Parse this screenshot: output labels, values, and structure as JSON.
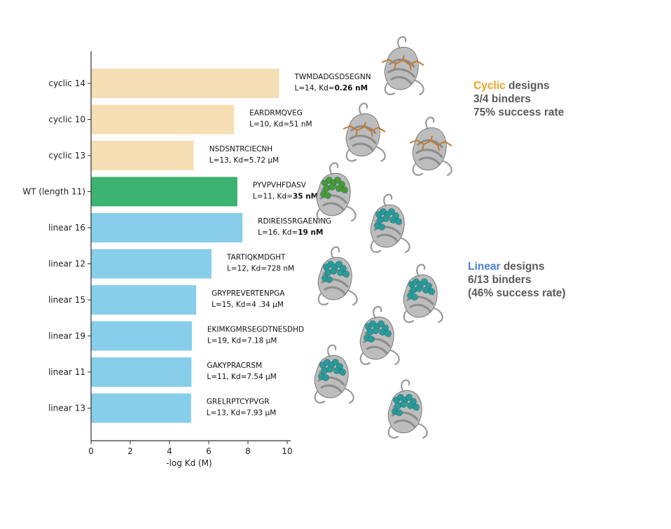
{
  "chart_data": {
    "type": "bar",
    "orientation": "horizontal",
    "xlabel": "-log Kd (M)",
    "ylabel": "",
    "title": "",
    "xlim": [
      0,
      10
    ],
    "xticks": [
      "0",
      "2",
      "4",
      "6",
      "8",
      "10"
    ],
    "grid": false,
    "categories": [
      "cyclic 14",
      "cyclic 10",
      "cyclic 13",
      "WT (length 11)",
      "linear 16",
      "linear 12",
      "linear 15",
      "linear 19",
      "linear 11",
      "linear 13"
    ],
    "values": [
      9.59,
      7.29,
      5.24,
      7.46,
      7.72,
      6.14,
      5.36,
      5.14,
      5.12,
      5.1
    ],
    "bar_colors": [
      "#f5deb3",
      "#f5deb3",
      "#f5deb3",
      "#3cb371",
      "#87ceeb",
      "#87ceeb",
      "#87ceeb",
      "#87ceeb",
      "#87ceeb",
      "#87ceeb"
    ],
    "annotations": [
      {
        "sequence": "TWMDADGSDSEGNN",
        "kd_prefix": "L=14, Kd=",
        "kd_value": "0.26 nM",
        "bold": true
      },
      {
        "sequence": "EARDRMQVEG",
        "kd_prefix": "L=10, Kd=",
        "kd_value": "51 nM",
        "bold": false
      },
      {
        "sequence": "NSDSNTRCIECNH",
        "kd_prefix": "L=13, Kd=",
        "kd_value": "5.72 µM",
        "bold": false
      },
      {
        "sequence": "PYVPVHFDASV",
        "kd_prefix": "L=11, Kd=",
        "kd_value": "35 nM",
        "bold": true
      },
      {
        "sequence": "RDIREISSRGAENING",
        "kd_prefix": "L=16, Kd=",
        "kd_value": "19 nM",
        "bold": true
      },
      {
        "sequence": "TARTIQKMDGHT",
        "kd_prefix": "L=12, Kd=",
        "kd_value": "728 nM",
        "bold": false
      },
      {
        "sequence": "GRYPREVERTENPGA",
        "kd_prefix": "L=15, Kd=",
        "kd_value": "4 .34 µM",
        "bold": false
      },
      {
        "sequence": "EKIMKGMRSEGDTNESDHD",
        "kd_prefix": "L=19, Kd=",
        "kd_value": "7.18 µM",
        "bold": false
      },
      {
        "sequence": "GAKYPRACRSM",
        "kd_prefix": "L=11, Kd=",
        "kd_value": "7.54 µM",
        "bold": false
      },
      {
        "sequence": "GRELRPTCYPVGR",
        "kd_prefix": "L=13, Kd=",
        "kd_value": "7.93 µM",
        "bold": false
      }
    ]
  },
  "legend_groups": {
    "cyclic": {
      "keyword": "Cyclic",
      "rest": " designs",
      "line2": "3/4 binders",
      "line3": "75% success rate",
      "keyword_color": "#f0a020"
    },
    "linear": {
      "keyword": "Linear",
      "rest": " designs",
      "line2": "6/13 binders",
      "line3": "(46% success rate)",
      "keyword_color": "#4a7fd4"
    }
  },
  "structure_images": [
    {
      "name": "structure-cyclic-14",
      "ligand_color": "#c07a30"
    },
    {
      "name": "structure-cyclic-10",
      "ligand_color": "#c07a30"
    },
    {
      "name": "structure-cyclic-13",
      "ligand_color": "#c07a30"
    },
    {
      "name": "structure-wt",
      "ligand_color": "#4a9a30"
    },
    {
      "name": "structure-linear-16",
      "ligand_color": "#2a9a9a"
    },
    {
      "name": "structure-linear-12",
      "ligand_color": "#2a9a9a"
    },
    {
      "name": "structure-linear-15",
      "ligand_color": "#2a9a9a"
    },
    {
      "name": "structure-linear-19",
      "ligand_color": "#2a9a9a"
    },
    {
      "name": "structure-linear-11",
      "ligand_color": "#2a9a9a"
    },
    {
      "name": "structure-linear-13",
      "ligand_color": "#2a9a9a"
    }
  ]
}
